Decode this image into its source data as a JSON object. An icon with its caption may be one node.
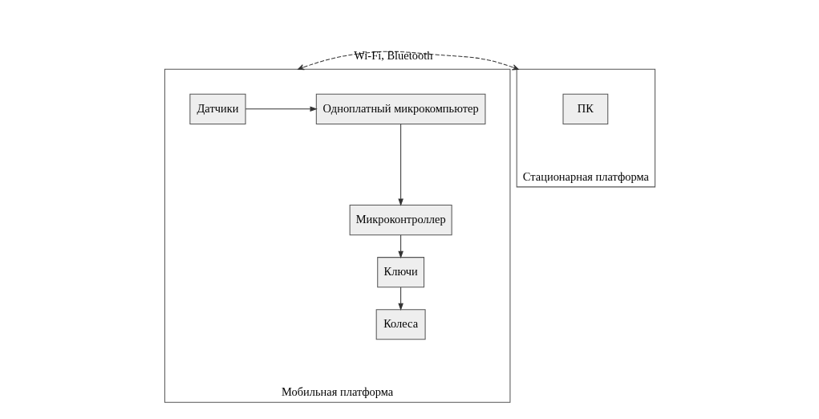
{
  "diagram": {
    "nodes": [
      {
        "text": [
          "Мобильная платформа"
        ]
      },
      {
        "text": [
          "Датчики"
        ],
        "in": 0
      },
      {
        "text": [
          "Одноплатный микрокомпьютер"
        ],
        "in": 0
      },
      {
        "text": [
          "Микроконтроллер"
        ],
        "in": 0
      },
      {
        "text": [
          "Ключи"
        ],
        "in": 0
      },
      {
        "text": [
          "Колеса"
        ],
        "in": 0
      },
      {
        "text": [
          "Стационарная платформа"
        ]
      },
      {
        "text": [
          "ПК"
        ],
        "in": 6
      }
    ],
    "edges": [
      {
        "from": 1,
        "to": 2,
        "arrow": "to"
      },
      {
        "from": 2,
        "to": 3,
        "arrow": "to"
      },
      {
        "from": 3,
        "to": 4,
        "arrow": "to"
      },
      {
        "from": 4,
        "to": 5,
        "arrow": "to"
      },
      {
        "from": 0,
        "to": 6,
        "arrow": "both",
        "label": "Wi-Fi, Bluetooth",
        "style": "dashed"
      }
    ]
  }
}
